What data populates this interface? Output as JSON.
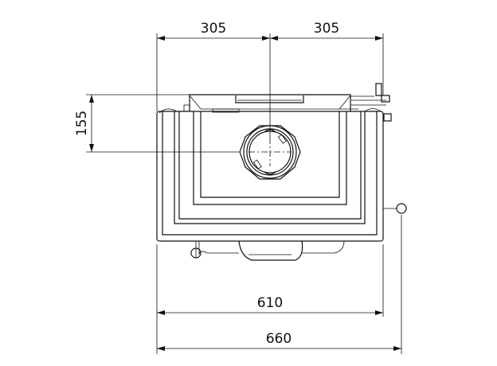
{
  "dimensions": {
    "top_left": "305",
    "top_right": "305",
    "vertical": "155",
    "body_width": "610",
    "overall_width": "660"
  }
}
